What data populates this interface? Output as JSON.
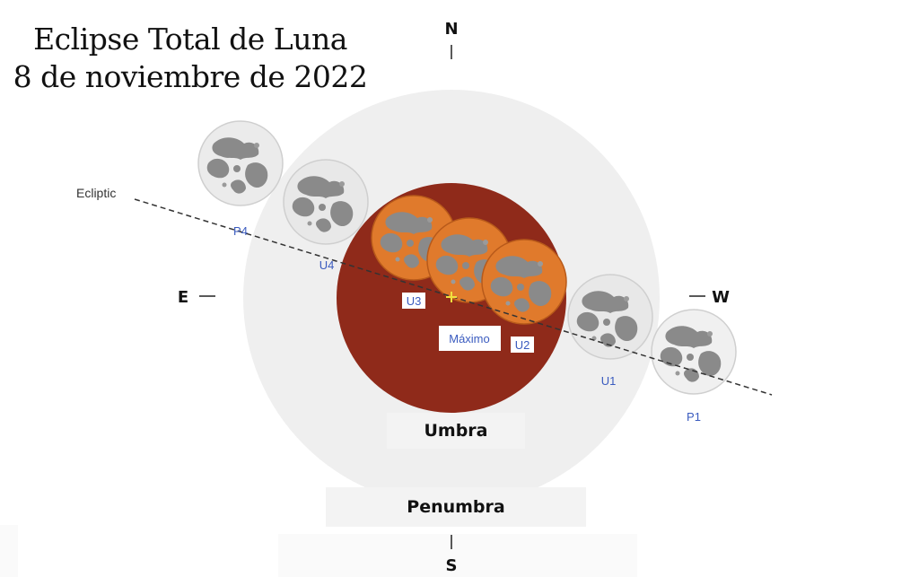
{
  "title": {
    "line1": "Eclipse Total de Luna",
    "line2": "8 de noviembre de 2022"
  },
  "compass": {
    "north": "N",
    "south": "S",
    "east": "E",
    "west": "W"
  },
  "ecliptic_label": "Ecliptic",
  "contacts": {
    "p1": "P1",
    "u1": "U1",
    "u2": "U2",
    "u3": "U3",
    "u4": "U4",
    "p4": "P4"
  },
  "maximum_label": "Máximo",
  "umbra_label": "Umbra",
  "penumbra_label": "Penumbra",
  "colors": {
    "penumbra": "#efefef",
    "umbra": "#8f2a1a",
    "eclipsed_moon": "#e07a2c",
    "moon": "#e9e9e9",
    "maria": "#8c8c8c",
    "contact_text": "#3a5bbf"
  }
}
